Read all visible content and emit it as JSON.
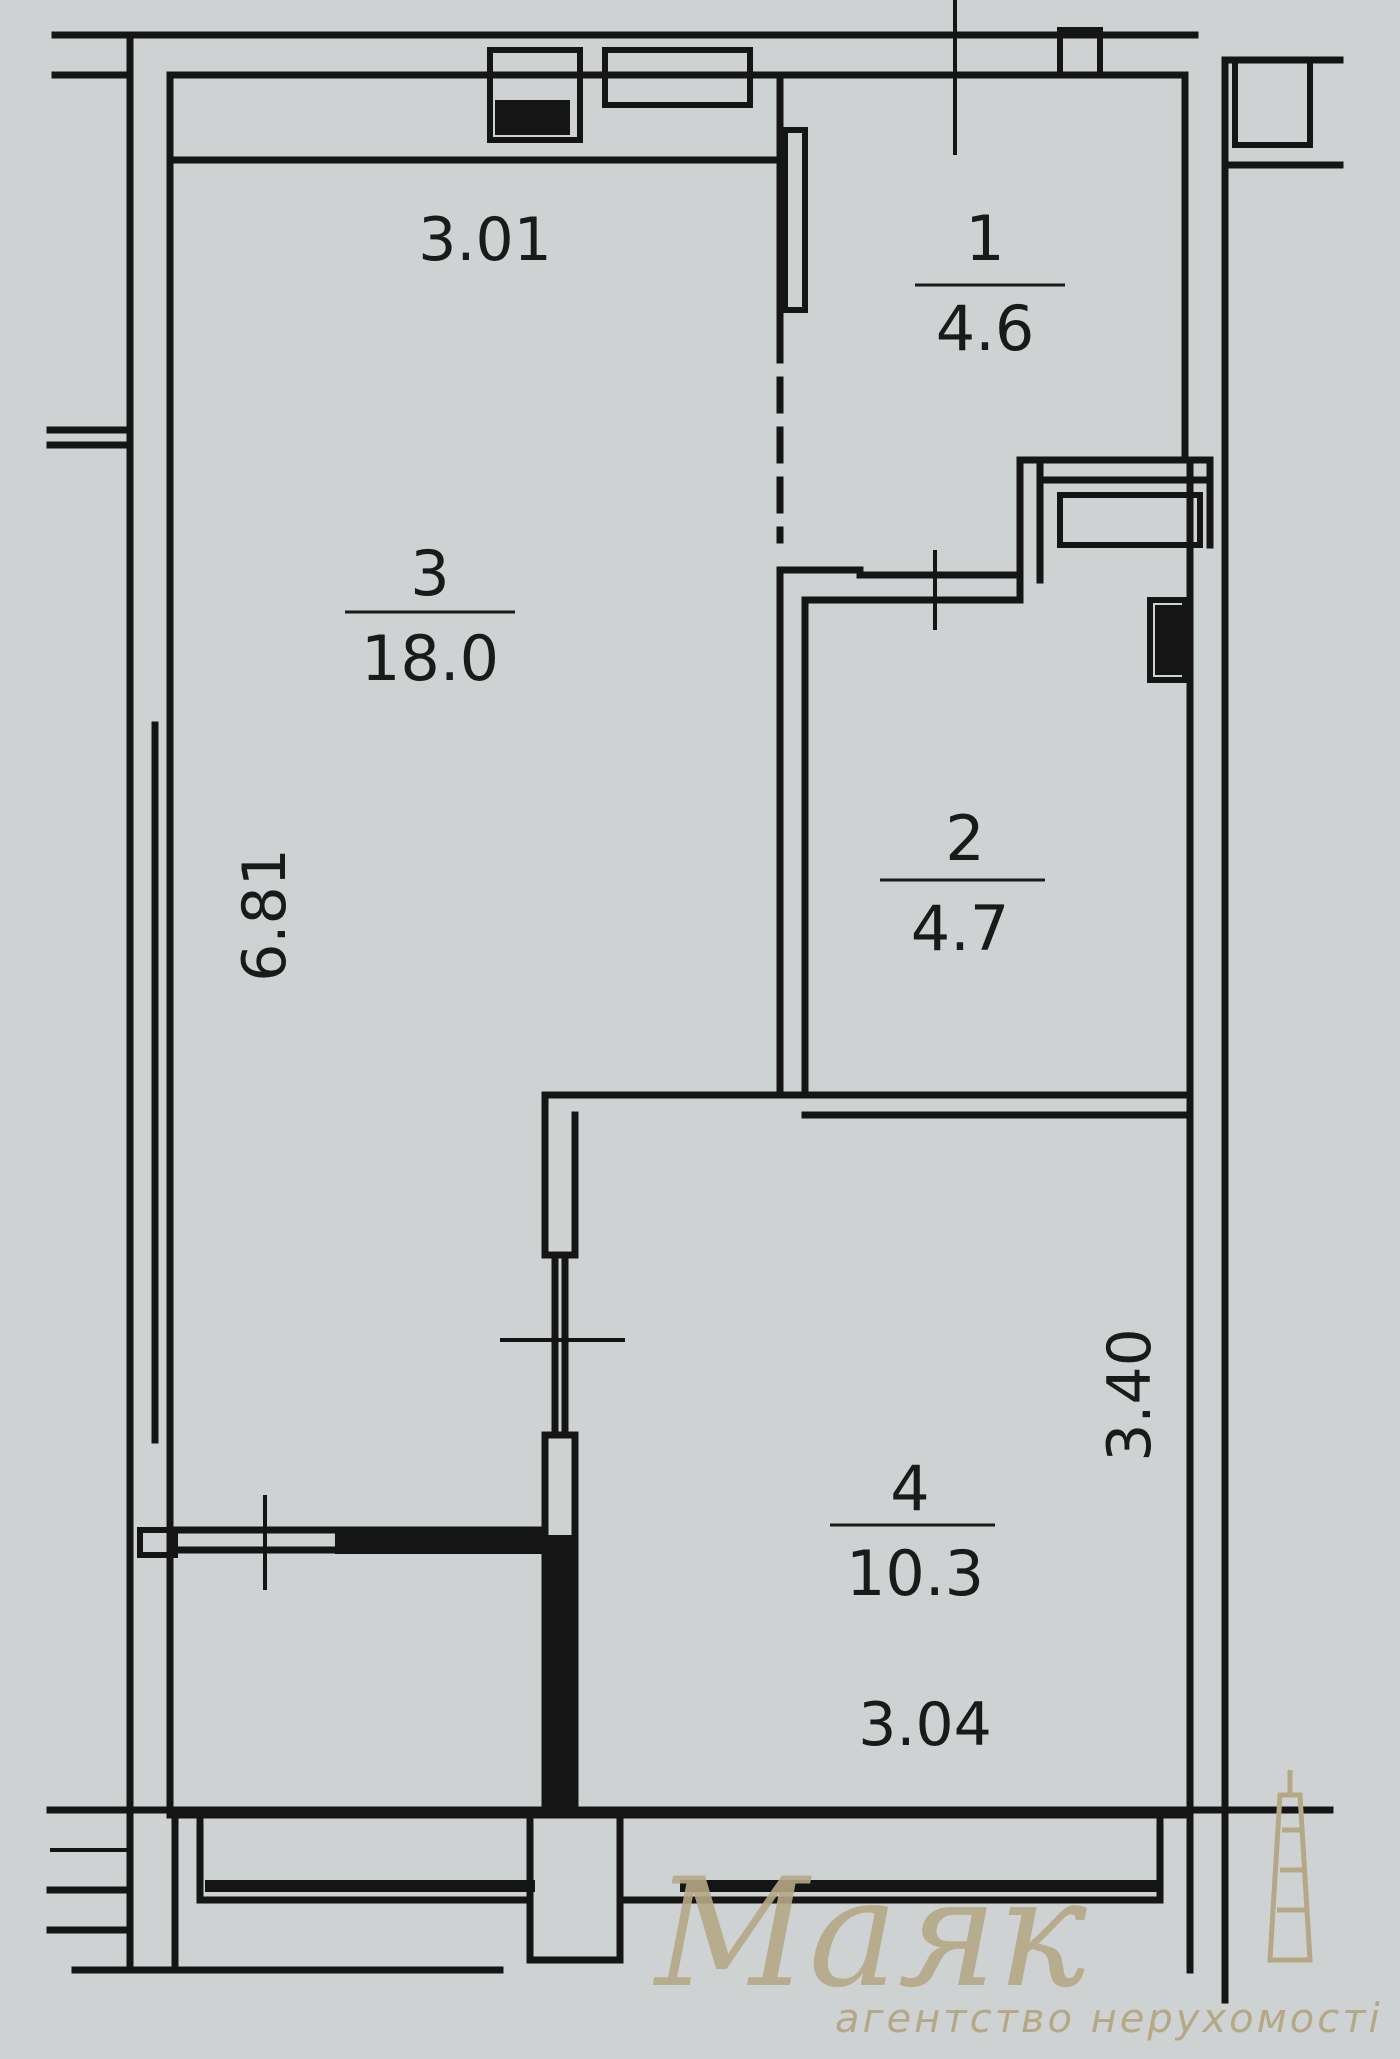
{
  "rooms": [
    {
      "number": "1",
      "area": "4.6"
    },
    {
      "number": "2",
      "area": "4.7"
    },
    {
      "number": "3",
      "area": "18.0"
    },
    {
      "number": "4",
      "area": "10.3"
    }
  ],
  "dimensions": {
    "room3_width": "3.01",
    "room3_length": "6.81",
    "room4_width": "3.04",
    "room4_length": "3.40"
  },
  "watermark": {
    "brand": "Маяк",
    "tagline": "агентство нерухомості"
  },
  "colors": {
    "paper": "#cfd2d3",
    "wall": "#151515",
    "watermark": "#b5a886"
  }
}
